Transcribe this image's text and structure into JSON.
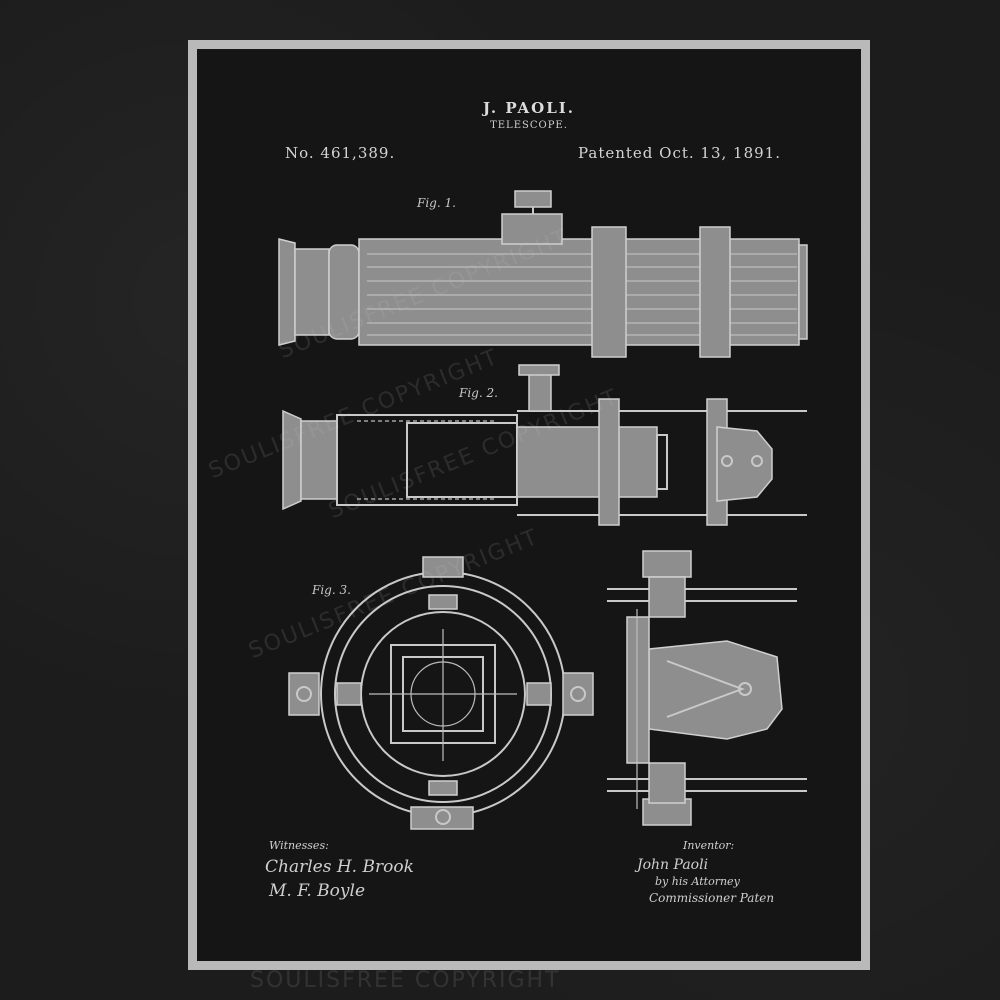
{
  "header": {
    "title": "J. PAOLI.",
    "subtitle": "TELESCOPE.",
    "patent_number": "No. 461,389.",
    "patent_date": "Patented Oct. 13, 1891."
  },
  "figures": {
    "fig1_label": "Fig. 1.",
    "fig2_label": "Fig. 2.",
    "fig3_label": "Fig. 3."
  },
  "signatures": {
    "witnesses_label": "Witnesses:",
    "witness_1": "Charles H. Brook",
    "witness_2": "M. F. Boyle",
    "inventor_label": "Inventor:",
    "inventor_1": "John Paoli",
    "inventor_2": "by his Attorney",
    "inventor_3": "Commissioner Paten"
  },
  "watermark": {
    "text": "SOULISFREE COPYRIGHT"
  },
  "colors": {
    "background": "#1c1c1c",
    "poster": "#151515",
    "ink": "#c9c9c9"
  }
}
